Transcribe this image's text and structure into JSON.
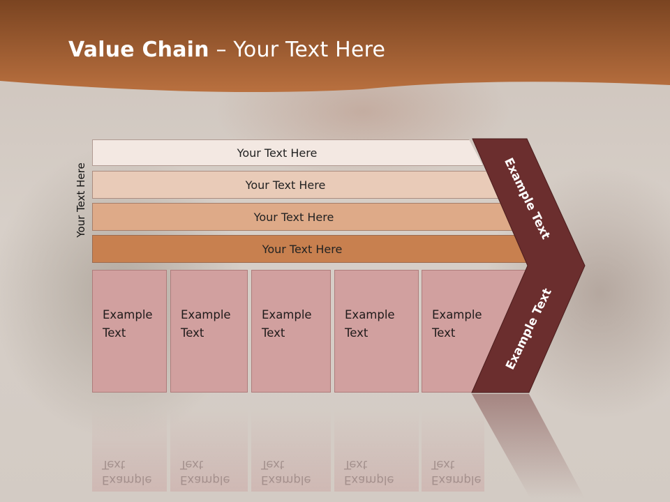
{
  "slide": {
    "title_bold": "Value Chain",
    "title_rest": " – Your Text Here"
  },
  "side_label": "Your Text Here",
  "bars": [
    {
      "label": "Your Text Here",
      "color": "#f3e8e2"
    },
    {
      "label": "Your Text Here",
      "color": "#e9cbb8"
    },
    {
      "label": "Your Text Here",
      "color": "#deaa88"
    },
    {
      "label": "Your Text Here",
      "color": "#c8804f"
    }
  ],
  "columns": [
    {
      "line1": "Example",
      "line2": "Text"
    },
    {
      "line1": "Example",
      "line2": "Text"
    },
    {
      "line1": "Example",
      "line2": "Text"
    },
    {
      "line1": "Example",
      "line2": "Text"
    },
    {
      "line1": "Example",
      "line2": "Text"
    }
  ],
  "arrow": {
    "upper_label": "Example Text",
    "lower_label": "Example Text",
    "color": "#6b2e2e"
  },
  "colors": {
    "header_dark": "#7b4722",
    "header_light": "#c0723f",
    "column_fill": "#d1a09f"
  }
}
